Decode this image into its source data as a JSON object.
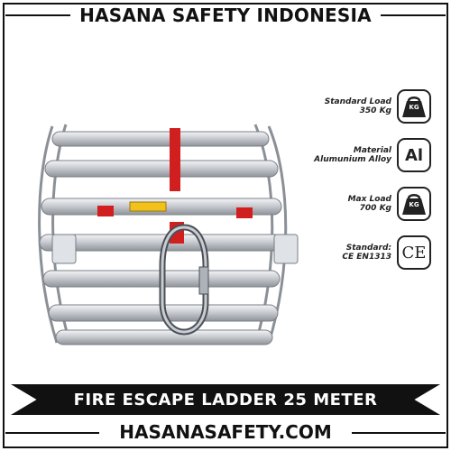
{
  "header": {
    "brand_title": "HASANA SAFETY INDONESIA"
  },
  "specs": [
    {
      "line1": "Standard Load",
      "line2": "350 Kg",
      "icon": "weight-icon",
      "badge_text": "KG"
    },
    {
      "line1": "Material",
      "line2": "Alumunium Alloy",
      "icon": "aluminium-icon",
      "badge_text": "Al"
    },
    {
      "line1": "Max Load",
      "line2": "700 Kg",
      "icon": "weight-icon",
      "badge_text": "KG"
    },
    {
      "line1": "Standard:",
      "line2": "CE EN1313",
      "icon": "ce-mark-icon",
      "badge_text": "CE"
    }
  ],
  "banner": {
    "product_title": "FIRE ESCAPE LADDER 25 METER"
  },
  "footer": {
    "website": "HASANASAFETY.COM"
  },
  "colors": {
    "primary": "#111111",
    "background": "#ffffff",
    "strap_red": "#d11f1f",
    "aluminium": "#c9ccd1"
  }
}
